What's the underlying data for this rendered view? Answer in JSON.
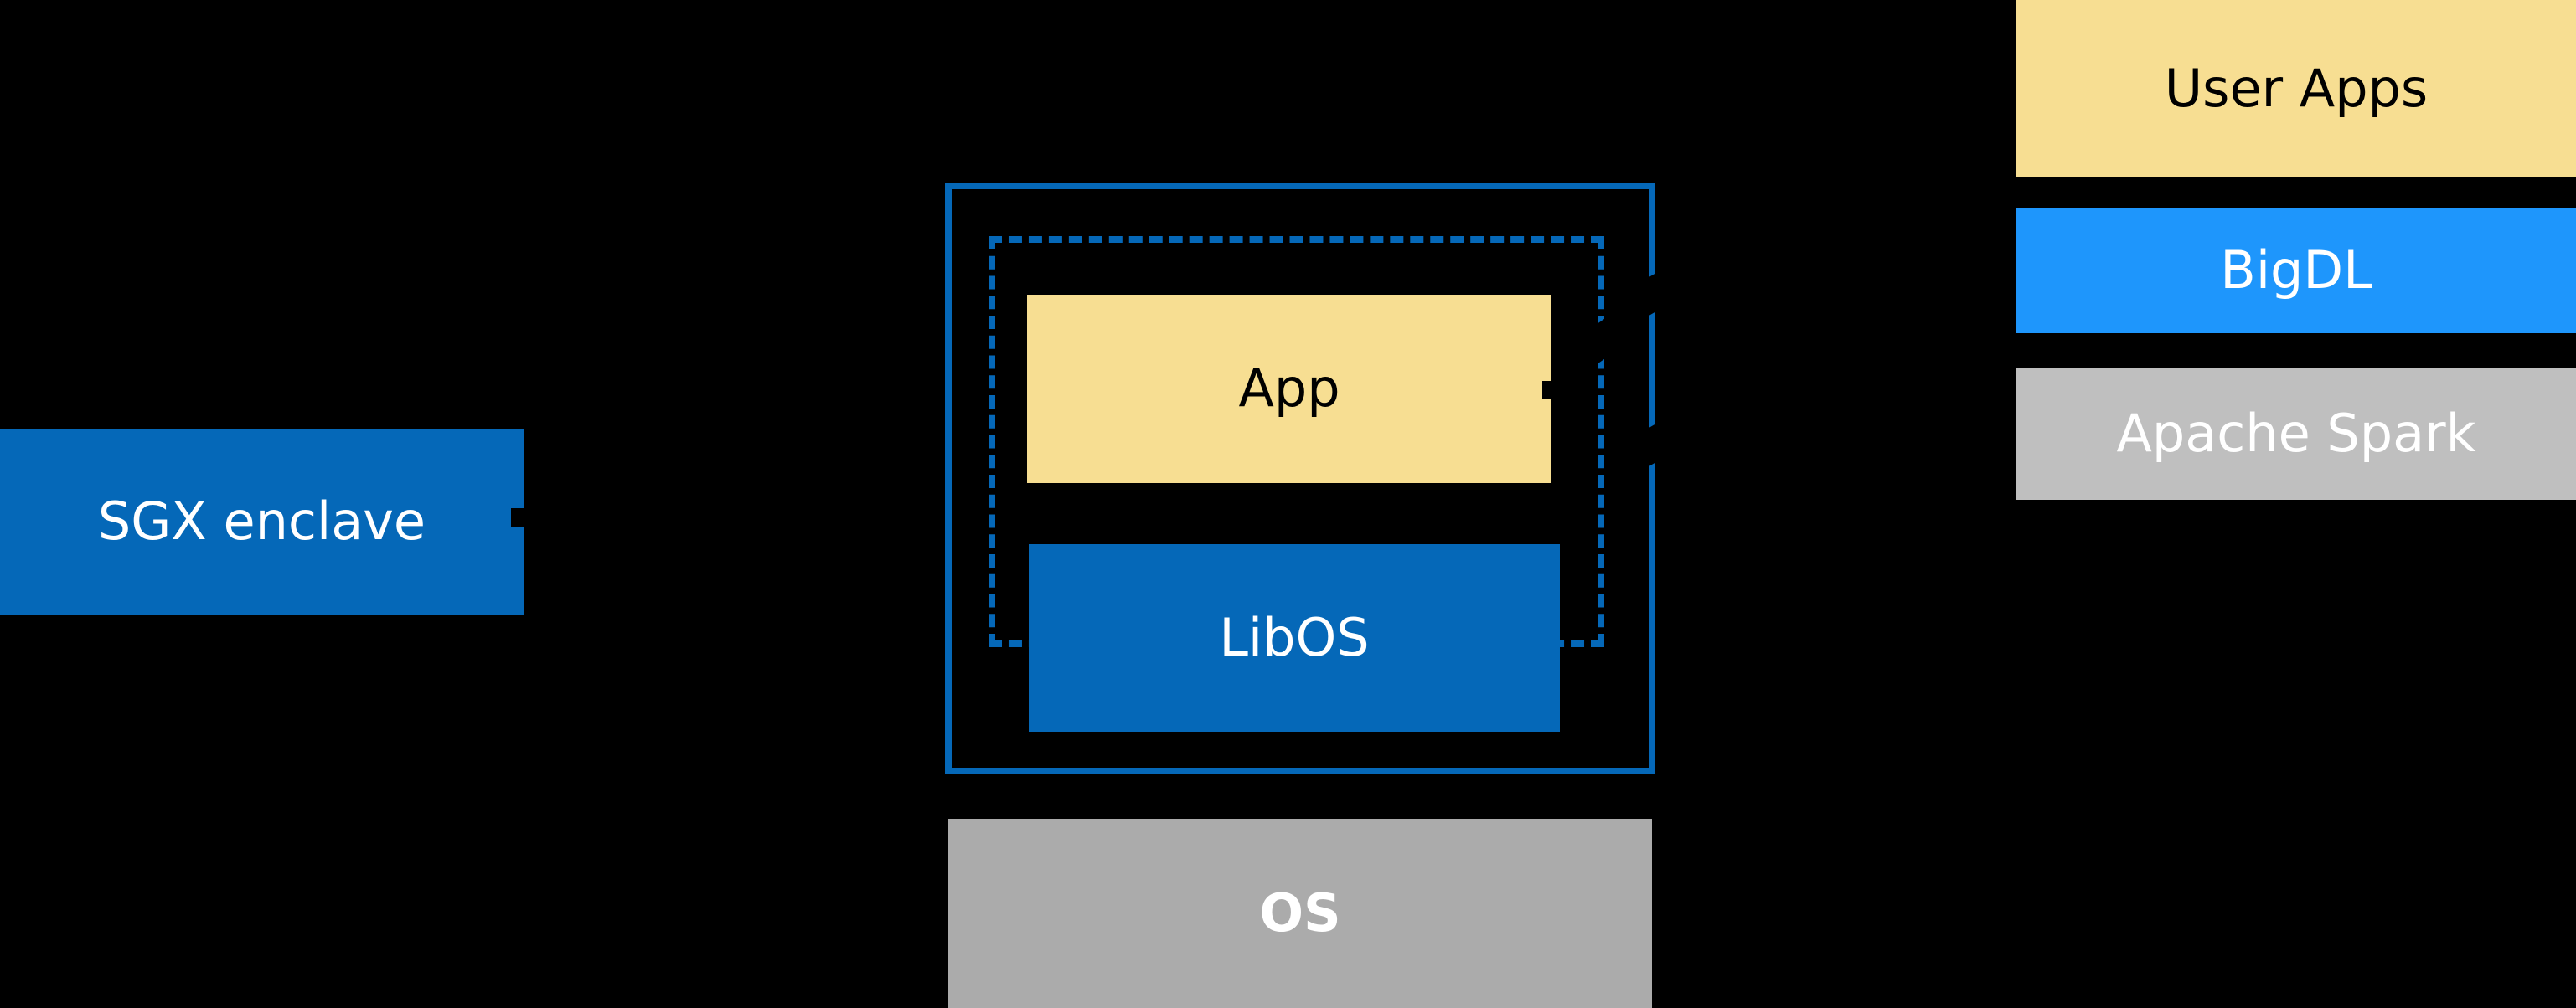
{
  "diagram": {
    "background_color": "#000000",
    "palette": {
      "enclave_blue": "#0568B8",
      "bigdl_blue": "#1E96FC",
      "app_yellow": "#F7DE92",
      "spark_gray": "#BFBFBF",
      "os_gray": "#ABABAB",
      "text_light": "#FFFFFF",
      "text_dark": "#000000"
    },
    "left_group": {
      "sgx_enclave_label": "SGX enclave"
    },
    "center_group": {
      "outer_boundary_name": "enclave-boundary",
      "dashed_boundary_name": "trusted-region",
      "app_label": "App",
      "libos_label": "LibOS",
      "os_label": "OS"
    },
    "right_group": {
      "items": [
        {
          "label": "User Apps",
          "fill": "#F7DE92",
          "text_color": "#000000"
        },
        {
          "label": "BigDL",
          "fill": "#1E96FC",
          "text_color": "#FFFFFF"
        },
        {
          "label": "Apache Spark",
          "fill": "#BFBFBF",
          "text_color": "#FFFFFF"
        }
      ]
    }
  }
}
